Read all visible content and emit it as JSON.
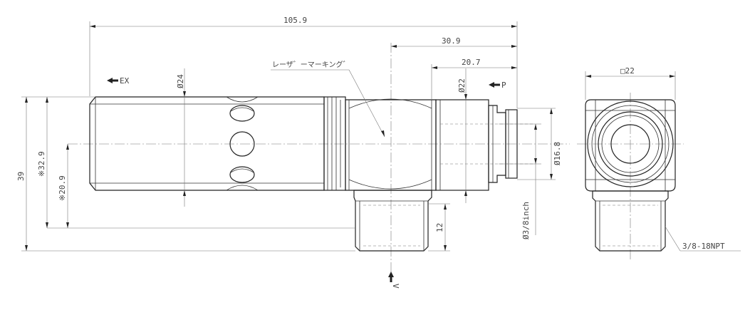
{
  "dimensions": {
    "overall_length": "105.9",
    "port_to_body_center": "30.9",
    "fitting_length": "20.7",
    "laser_marking": "レーザ゛ーマーキング゛",
    "exhaust_port": "EX",
    "pressure_port": "P",
    "vacuum_port": "V",
    "dia_silencer": "Ø24",
    "dia_body": "Ø22",
    "dia_tube": "Ø16.8",
    "tube_size": "Ø3/8inch",
    "height_overall": "39",
    "height_1": "※32.9",
    "height_2": "※20.9",
    "thread_length": "12",
    "square": "□22",
    "thread_spec": "3/8-18NPT"
  }
}
